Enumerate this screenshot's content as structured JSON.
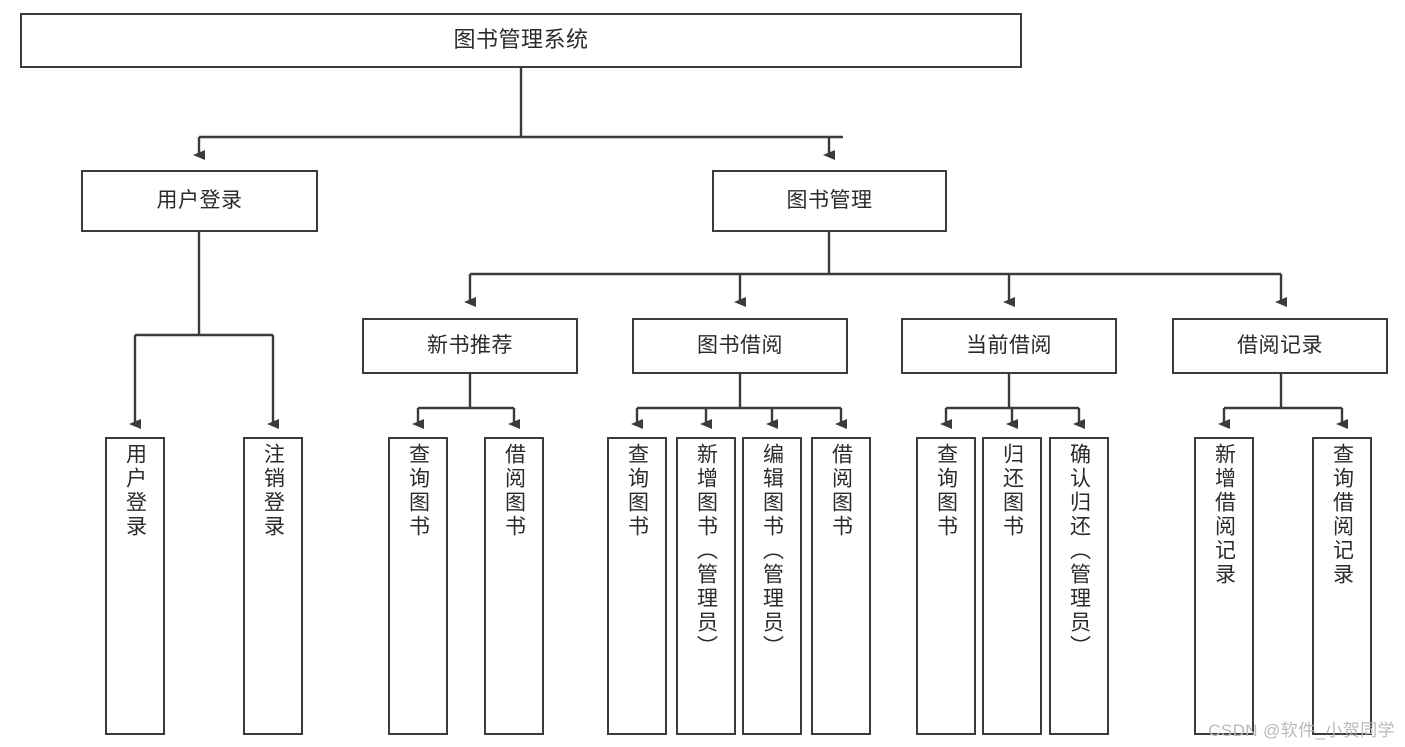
{
  "diagram": {
    "title": "图书管理系统",
    "watermark": "CSDN @软件_小贺同学",
    "stroke_color": "#3b3b3b",
    "text_color": "#2b2b2b",
    "background_color": "#ffffff",
    "watermark_color": "#b9b9b9",
    "nodes": {
      "root": {
        "label": "图书管理系统"
      },
      "level2": [
        {
          "key": "user_login",
          "label": "用户登录"
        },
        {
          "key": "book_manage",
          "label": "图书管理"
        }
      ],
      "level3": [
        {
          "key": "new_book_rec",
          "label": "新书推荐"
        },
        {
          "key": "book_borrow",
          "label": "图书借阅"
        },
        {
          "key": "current_borrow",
          "label": "当前借阅"
        },
        {
          "key": "borrow_record",
          "label": "借阅记录"
        }
      ],
      "leaves": {
        "user_login": [
          {
            "key": "leaf_user_login",
            "label": "用户登录"
          },
          {
            "key": "leaf_logout",
            "label": "注销登录"
          }
        ],
        "new_book_rec": [
          {
            "key": "leaf_query_book_1",
            "label": "查询图书"
          },
          {
            "key": "leaf_borrow_book_1",
            "label": "借阅图书"
          }
        ],
        "book_borrow": [
          {
            "key": "leaf_query_book_2",
            "label": "查询图书"
          },
          {
            "key": "leaf_add_book",
            "label": "新增图书（管理员）"
          },
          {
            "key": "leaf_edit_book",
            "label": "编辑图书（管理员）"
          },
          {
            "key": "leaf_borrow_book_2",
            "label": "借阅图书"
          }
        ],
        "current_borrow": [
          {
            "key": "leaf_query_book_3",
            "label": "查询图书"
          },
          {
            "key": "leaf_return_book",
            "label": "归还图书"
          },
          {
            "key": "leaf_confirm_return",
            "label": "确认归还（管理员）"
          }
        ],
        "borrow_record": [
          {
            "key": "leaf_add_record",
            "label": "新增借阅记录"
          },
          {
            "key": "leaf_query_record",
            "label": "查询借阅记录"
          }
        ]
      }
    }
  }
}
